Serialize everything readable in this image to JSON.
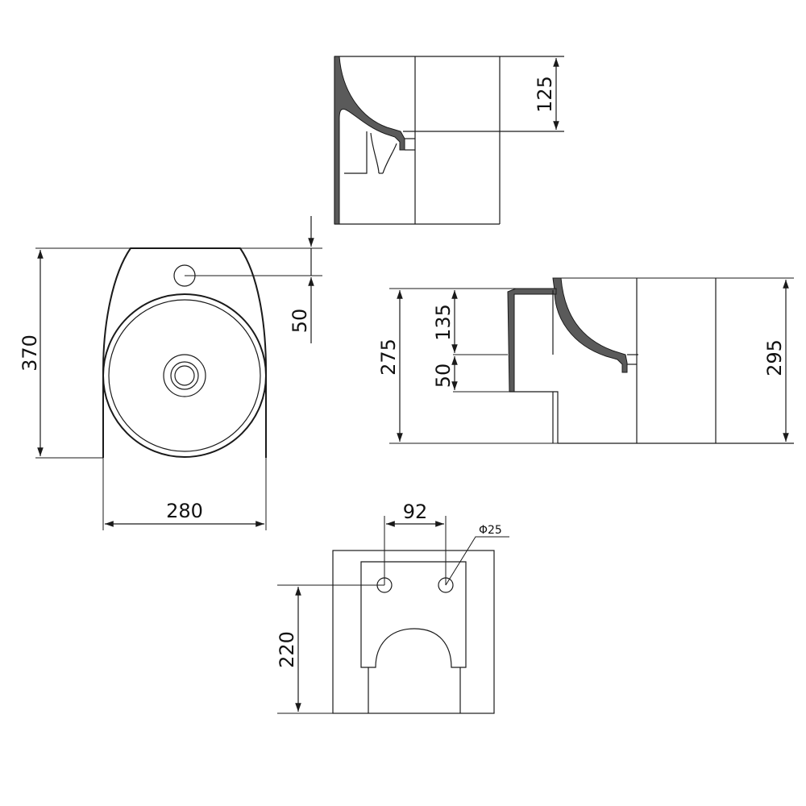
{
  "dimensions": {
    "top_height": "125",
    "front_height": "370",
    "front_width": "280",
    "tap_offset": "50",
    "side_height_left": "275",
    "side_upper": "135",
    "side_lower": "50",
    "side_height_right": "295",
    "bracket_spacing": "92",
    "hole_diameter": "Φ25",
    "bracket_height": "220"
  }
}
